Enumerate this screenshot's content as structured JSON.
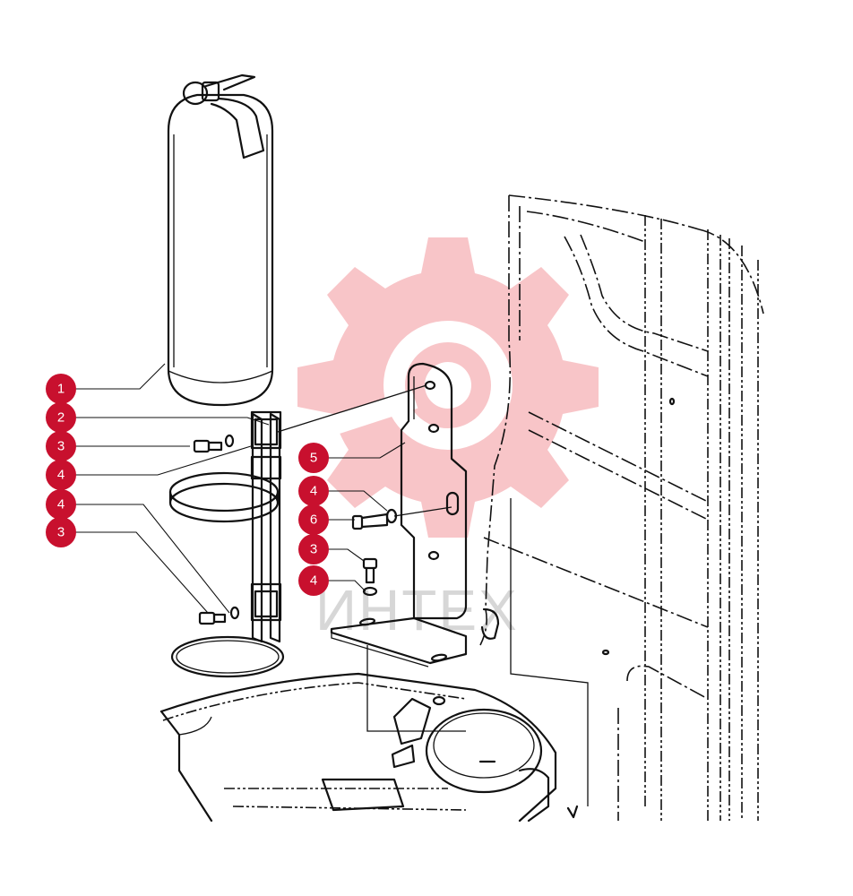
{
  "diagram": {
    "watermark": {
      "text": "ИНТЕХ",
      "icon": "gear-logo-icon",
      "color": "#e8323c"
    },
    "callout_color": "#c8102e",
    "callouts": [
      {
        "number": "1",
        "part": "fire-extinguisher"
      },
      {
        "number": "2",
        "part": "holder-upper-bracket"
      },
      {
        "number": "3",
        "part": "bolt"
      },
      {
        "number": "4",
        "part": "washer"
      },
      {
        "number": "4",
        "part": "washer"
      },
      {
        "number": "3",
        "part": "bolt"
      },
      {
        "number": "5",
        "part": "mounting-plate"
      },
      {
        "number": "4",
        "part": "washer"
      },
      {
        "number": "6",
        "part": "bolt"
      },
      {
        "number": "3",
        "part": "bolt"
      },
      {
        "number": "4",
        "part": "washer"
      }
    ]
  }
}
